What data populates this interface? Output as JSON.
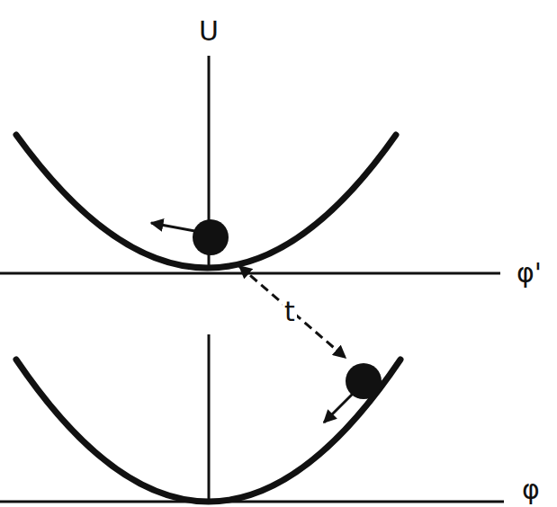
{
  "diagram": {
    "labels": [
      "U",
      "φ'",
      "t",
      "φ"
    ]
  }
}
